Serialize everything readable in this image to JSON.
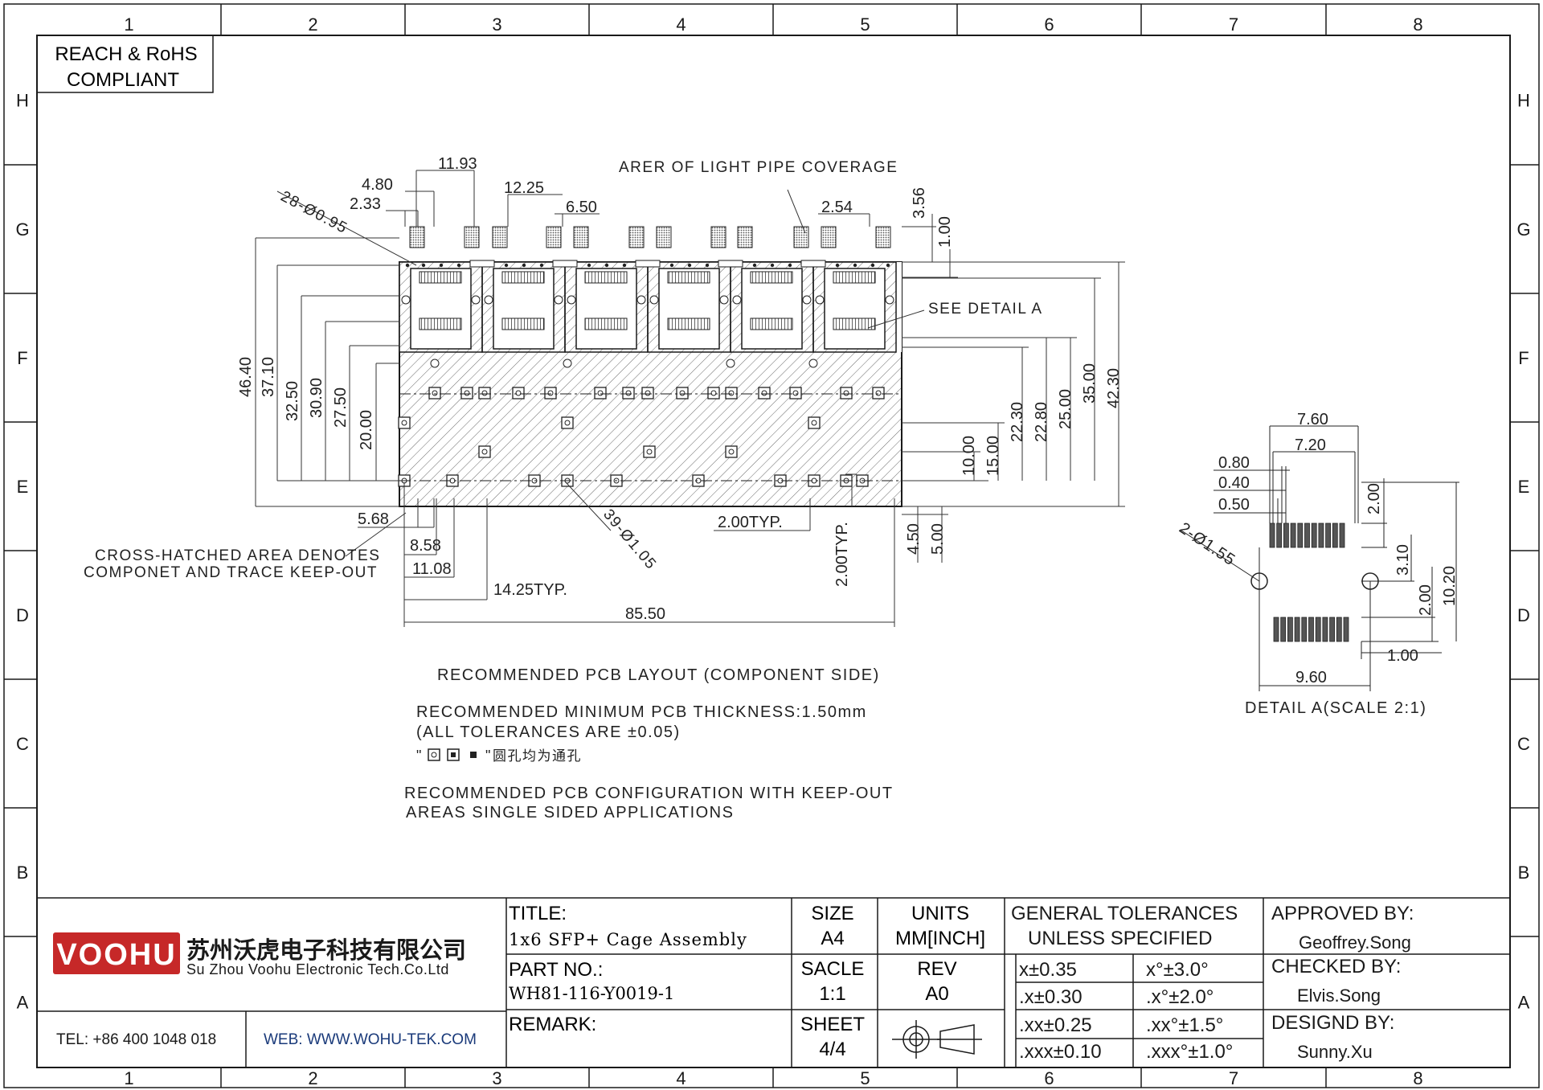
{
  "grid": {
    "columns": [
      "1",
      "2",
      "3",
      "4",
      "5",
      "6",
      "7",
      "8"
    ],
    "rows": [
      "H",
      "G",
      "F",
      "E",
      "D",
      "C",
      "B",
      "A"
    ]
  },
  "compliance": {
    "line1": "REACH & RoHS",
    "line2": "COMPLIANT"
  },
  "main_view": {
    "callouts": {
      "light_pipe": "ARER OF LIGHT PIPE COVERAGE",
      "see_detail": "SEE DETAIL A",
      "holes_28": "28-Ø0.95",
      "holes_39": "39-Ø1.05",
      "crosshatch_line1": "CROSS-HATCHED AREA DENOTES",
      "crosshatch_line2": "COMPONET AND TRACE KEEP-OUT"
    },
    "dimensions": {
      "top": [
        "11.93",
        "4.80",
        "2.33",
        "12.25",
        "6.50",
        "2.54",
        "3.56",
        "1.00"
      ],
      "left": [
        "46.40",
        "37.10",
        "32.50",
        "30.90",
        "27.50",
        "20.00"
      ],
      "right": [
        "10.00",
        "15.00",
        "22.30",
        "22.80",
        "25.00",
        "35.00",
        "42.30"
      ],
      "bottom": [
        "5.68",
        "8.58",
        "11.08",
        "14.25TYP.",
        "85.50",
        "2.00TYP.",
        "2.00TYP.",
        "4.50",
        "5.00"
      ]
    },
    "notes": {
      "layout_title": "RECOMMENDED PCB LAYOUT (COMPONENT SIDE)",
      "thickness": "RECOMMENDED MINIMUM PCB THICKNESS:1.50mm",
      "tolerances": "(ALL TOLERANCES ARE ±0.05)",
      "holes_note": "圆孔均为通孔",
      "config_line1": "RECOMMENDED PCB CONFIGURATION WITH KEEP-OUT",
      "config_line2": "AREAS SINGLE SIDED APPLICATIONS"
    }
  },
  "detail_view": {
    "dimensions": [
      "7.60",
      "7.20",
      "0.80",
      "0.40",
      "0.50",
      "2.00",
      "3.10",
      "2.00",
      "10.20",
      "1.00",
      "9.60"
    ],
    "holes": "2-Ø1.55",
    "label": "DETAIL A(SCALE 2:1)"
  },
  "title_block": {
    "company_cn": "苏州沃虎电子科技有限公司",
    "company_en": "Su Zhou Voohu Electronic Tech.Co.Ltd",
    "logo": "VOOHU",
    "tel": "TEL: +86 400 1048 018",
    "web": "WEB: WWW.WOHU-TEK.COM",
    "title_label": "TITLE:",
    "title_value": "1x6 SFP+ Cage Assembly",
    "part_label": "PART NO.:",
    "part_value": "WH81-116-Y0019-1",
    "remark_label": "REMARK:",
    "size_label": "SIZE",
    "size_value": "A4",
    "units_label": "UNITS",
    "units_value": "MM[INCH]",
    "scale_label": "SACLE",
    "scale_value": "1:1",
    "rev_label": "REV",
    "rev_value": "A0",
    "sheet_label": "SHEET",
    "sheet_value": "4/4",
    "tol_header1": "GENERAL TOLERANCES",
    "tol_header2": "UNLESS SPECIFIED",
    "tolerances": [
      [
        "x±0.35",
        "x°±3.0°"
      ],
      [
        ".x±0.30",
        ".x°±2.0°"
      ],
      [
        ".xx±0.25",
        ".xx°±1.5°"
      ],
      [
        ".xxx±0.10",
        ".xxx°±1.0°"
      ]
    ],
    "approved_label": "APPROVED BY:",
    "approved_value": "Geoffrey.Song",
    "checked_label": "CHECKED BY:",
    "checked_value": "Elvis.Song",
    "designed_label": "DESIGND BY:",
    "designed_value": "Sunny.Xu"
  },
  "colors": {
    "ink": "#1a1a1a",
    "brand_red": "#c62828"
  }
}
